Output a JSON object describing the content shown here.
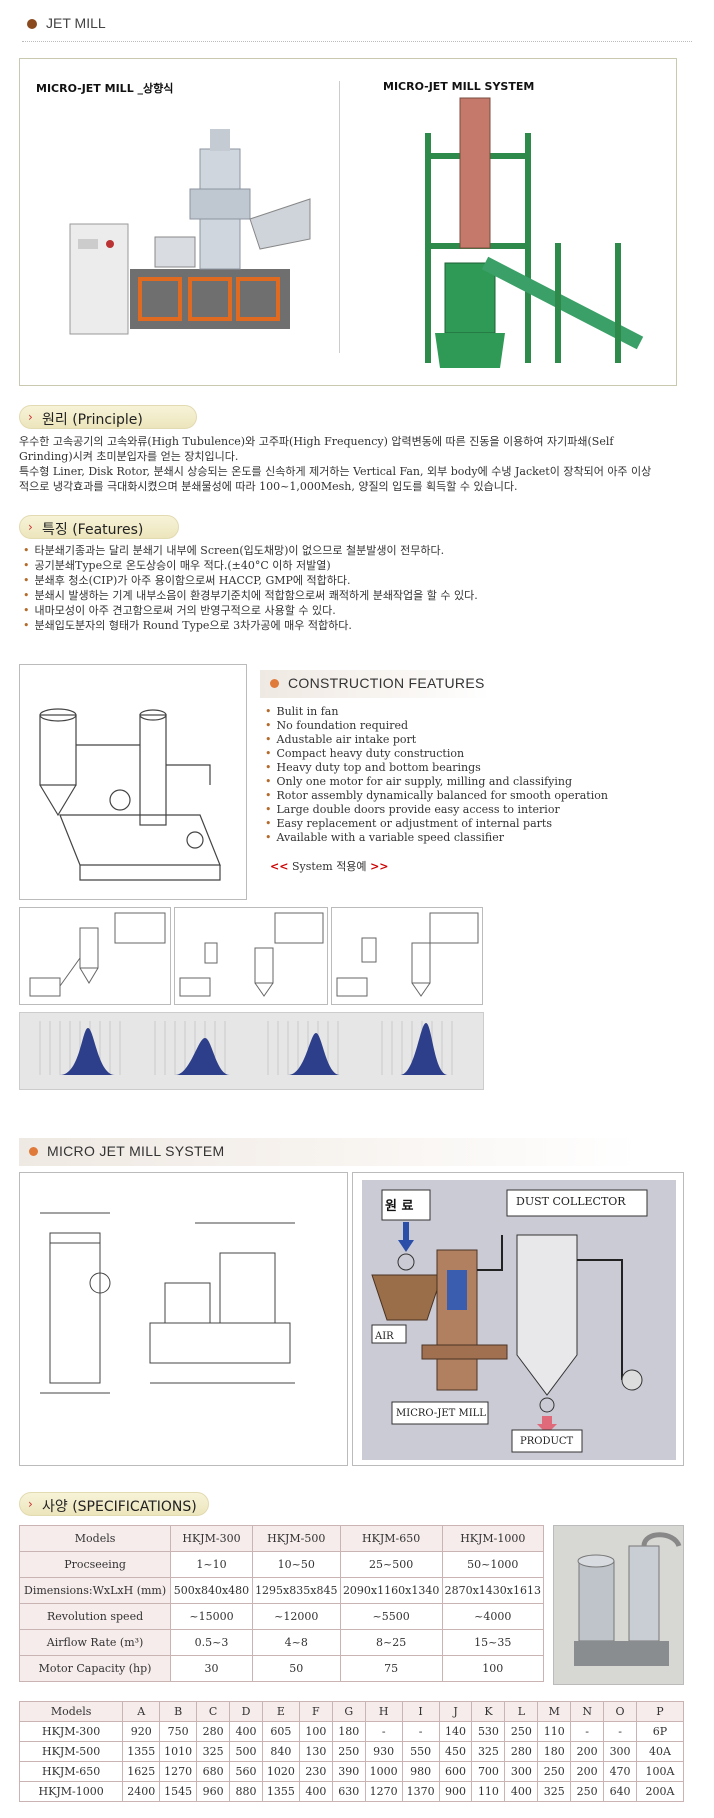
{
  "page": {
    "title": "JET MILL"
  },
  "products": {
    "left_caption": "MICRO-JET MILL _상향식",
    "right_caption": "MICRO-JET MILL SYSTEM"
  },
  "principle": {
    "heading": "원리 (Principle)",
    "lines": [
      "우수한 고속공기의 고속와류(High Tubulence)와 고주파(High Frequency) 압력변동에 따른 진동을 이용하여 자기파쇄(Self",
      "Grinding)시켜 초미분입자를 얻는 장치입니다.",
      "특수형 Liner, Disk Rotor, 분쇄시 상승되는 온도를 신속하게 제거하는 Vertical Fan, 외부 body에 수냉 Jacket이 장착되어 아주 이상",
      "적으로 냉각효과를 극대화시켰으며 분쇄물성에 따라 100~1,000Mesh, 양질의 입도를 획득할 수 있습니다."
    ]
  },
  "features": {
    "heading": "특징 (Features)",
    "items": [
      "타분쇄기종과는 달리 분쇄기 내부에 Screen(입도채망)이 없으므로 철분발생이 전무하다.",
      "공기분쇄Type으로 온도상승이 매우 적다.(±40°C 이하 저발열)",
      "분쇄후 청소(CIP)가 아주 용이함으로써 HACCP, GMP에 적합하다.",
      "분쇄시 발생하는 기계 내부소음이 환경부기준치에 적합함으로써 쾌적하게 분쇄작업을 할 수 있다.",
      "내마모성이 아주 견고함으로써 거의 반영구적으로 사용할 수 있다.",
      "분쇄입도분자의 형태가 Round Type으로 3차가공에 매우 적합하다."
    ]
  },
  "construction": {
    "heading": "CONSTRUCTION FEATURES",
    "items": [
      "Bulit in fan",
      "No foundation required",
      "Adustable air intake port",
      "Compact heavy duty construction",
      "Heavy duty top and bottom bearings",
      "Only one motor for air supply, milling and classifying",
      "Rotor assembly dynamically balanced for smooth operation",
      "Large double doors provide easy access to interior",
      "Easy replacement or adjustment of internal parts",
      "Available with a variable speed classifier"
    ],
    "system_link": {
      "open": "<<",
      "label": "System 적용예",
      "close": ">>"
    }
  },
  "system": {
    "heading": "MICRO JET MILL SYSTEM",
    "flow_labels": {
      "raw": "원 료",
      "dust": "DUST COLLECTOR",
      "air": "AIR",
      "mill": "MICRO-JET MILL",
      "product": "PRODUCT"
    }
  },
  "specs": {
    "heading": "사양 (SPECIFICATIONS)",
    "table1": {
      "header": [
        "Models",
        "HKJM-300",
        "HKJM-500",
        "HKJM-650",
        "HKJM-1000"
      ],
      "rows": [
        [
          "Procseeing",
          "1~10",
          "10~50",
          "25~500",
          "50~1000"
        ],
        [
          "Dimensions:WxLxH (mm)",
          "500x840x480",
          "1295x835x845",
          "2090x1160x1340",
          "2870x1430x1613"
        ],
        [
          "Revolution speed",
          "~15000",
          "~12000",
          "~5500",
          "~4000"
        ],
        [
          "Airflow Rate (m³)",
          "0.5~3",
          "4~8",
          "8~25",
          "15~35"
        ],
        [
          "Motor Capacity (hp)",
          "30",
          "50",
          "75",
          "100"
        ]
      ]
    },
    "table2": {
      "header": [
        "Models",
        "A",
        "B",
        "C",
        "D",
        "E",
        "F",
        "G",
        "H",
        "I",
        "J",
        "K",
        "L",
        "M",
        "N",
        "O",
        "P"
      ],
      "rows": [
        [
          "HKJM-300",
          "920",
          "750",
          "280",
          "400",
          "605",
          "100",
          "180",
          "-",
          "-",
          "140",
          "530",
          "250",
          "110",
          "-",
          "-",
          "6P"
        ],
        [
          "HKJM-500",
          "1355",
          "1010",
          "325",
          "500",
          "840",
          "130",
          "250",
          "930",
          "550",
          "450",
          "325",
          "280",
          "180",
          "200",
          "300",
          "40A"
        ],
        [
          "HKJM-650",
          "1625",
          "1270",
          "680",
          "560",
          "1020",
          "230",
          "390",
          "1000",
          "980",
          "600",
          "700",
          "300",
          "250",
          "200",
          "470",
          "100A"
        ],
        [
          "HKJM-1000",
          "2400",
          "1545",
          "960",
          "880",
          "1355",
          "400",
          "630",
          "1270",
          "1370",
          "900",
          "110",
          "400",
          "325",
          "250",
          "640",
          "200A"
        ]
      ]
    }
  },
  "colors": {
    "accent": "#e07a3a",
    "title_dot": "#8a4a1e",
    "pill_bg": "#efe8c2",
    "table_head": "#f6ecec"
  }
}
